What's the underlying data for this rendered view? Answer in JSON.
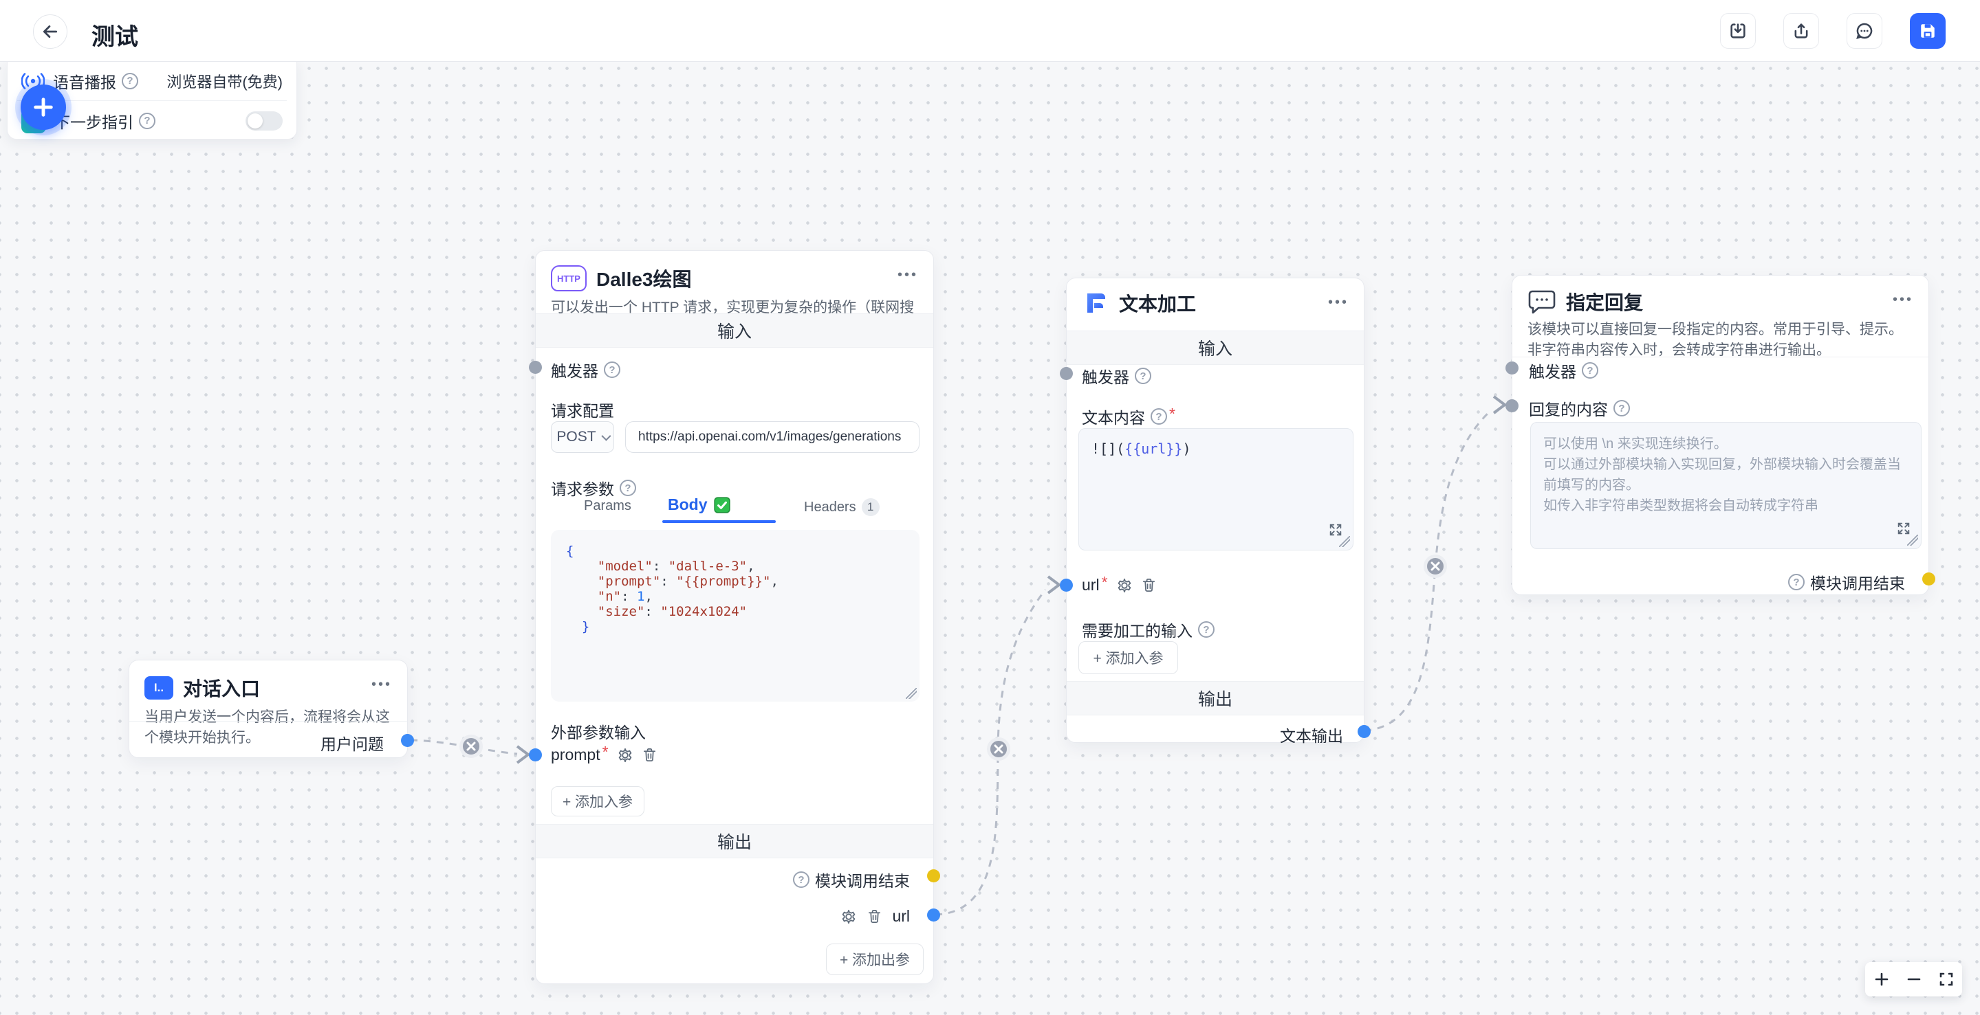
{
  "header": {
    "title": "测试"
  },
  "settings_panel": {
    "voice_label": "语音播报",
    "voice_value": "浏览器自带(免费)",
    "guide_label": "下一步指引"
  },
  "nodes": {
    "entry": {
      "title": "对话入口",
      "icon_text": "I..",
      "desc": "当用户发送一个内容后，流程将会从这个模块开始执行。",
      "output": "用户问题"
    },
    "dalle": {
      "title": "Dalle3绘图",
      "icon_text": "HTTP",
      "desc": "可以发出一个 HTTP 请求，实现更为复杂的操作（联网搜索、数据库查询等）",
      "input_band": "输入",
      "trigger": "触发器",
      "request_config_label": "请求配置",
      "method": "POST",
      "url_value": "https://api.openai.com/v1/images/generations",
      "request_params_label": "请求参数",
      "tabs": {
        "params": "Params",
        "body": "Body",
        "headers": "Headers",
        "headers_count": "1"
      },
      "code": {
        "open": "{",
        "close": "  }",
        "lines": [
          {
            "indent": "    ",
            "key": "\"model\"",
            "colon": ": ",
            "value": "\"dall-e-3\"",
            "comma": ","
          },
          {
            "indent": "    ",
            "key": "\"prompt\"",
            "colon": ": ",
            "value": "\"{{prompt}}\"",
            "comma": ","
          },
          {
            "indent": "    ",
            "key": "\"n\"",
            "colon": ": ",
            "value": "1",
            "comma": ","
          },
          {
            "indent": "    ",
            "key": "\"size\"",
            "colon": ": ",
            "value": "\"1024x1024\"",
            "comma": ""
          }
        ]
      },
      "external_params_label": "外部参数输入",
      "param_name": "prompt",
      "required_mark": "*",
      "add_input_label": "+  添加入参",
      "output_band": "输出",
      "module_end_label": "模块调用结束",
      "output_param": "url",
      "add_output_label": "+  添加出参"
    },
    "text_proc": {
      "title": "文本加工",
      "input_band": "输入",
      "trigger": "触发器",
      "content_label": "文本内容",
      "required_mark": "*",
      "content_prefix": "![](",
      "content_var": "{{url}}",
      "content_suffix": ")",
      "url_param": "url",
      "need_input_label": "需要加工的输入",
      "add_input_label": "+  添加入参",
      "output_band": "输出",
      "text_output": "文本输出"
    },
    "reply": {
      "title": "指定回复",
      "desc": "该模块可以直接回复一段指定的内容。常用于引导、提示。非字符串内容传入时，会转成字符串进行输出。",
      "trigger": "触发器",
      "content_label": "回复的内容",
      "placeholder_line1": "可以使用 \\n 来实现连续换行。",
      "placeholder_line2": "可以通过外部模块输入实现回复，外部模块输入时会覆盖当前填写的内容。",
      "placeholder_line3": "如传入非字符串类型数据将会自动转成字符串",
      "module_end_label": "模块调用结束"
    }
  },
  "colors": {
    "accent": "#2f6bff",
    "connector_blue": "#3b8af7",
    "connector_yellow": "#e9c216",
    "connector_gray": "#9aa3b2"
  }
}
